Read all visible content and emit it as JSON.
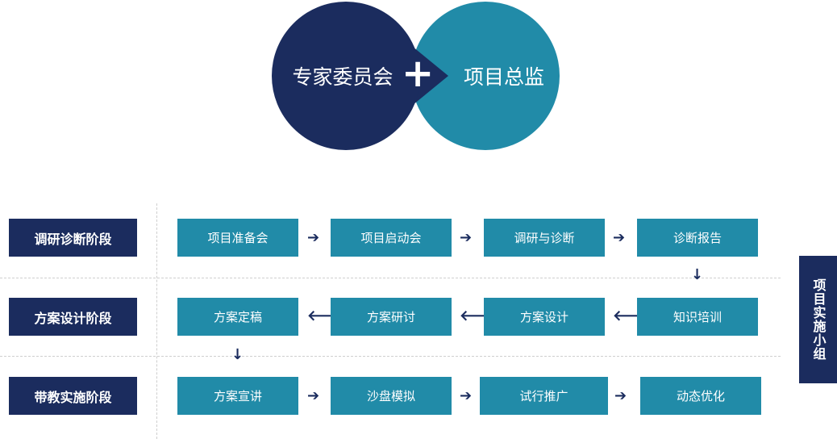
{
  "header": {
    "left_circle_label": "专家委员会",
    "right_circle_label": "项目总监",
    "plus_symbol": "+",
    "colors": {
      "navy": "#1b2c5e",
      "teal": "#218ba8"
    }
  },
  "phases": [
    {
      "label": "调研诊断阶段",
      "steps": [
        "项目准备会",
        "项目启动会",
        "调研与诊断",
        "诊断报告"
      ]
    },
    {
      "label": "方案设计阶段",
      "steps": [
        "方案定稿",
        "方案研讨",
        "方案设计",
        "知识培训"
      ]
    },
    {
      "label": "带教实施阶段",
      "steps": [
        "方案宣讲",
        "沙盘模拟",
        "试行推广",
        "动态优化"
      ]
    }
  ],
  "side_group_label": "项目实施小组",
  "arrows": {
    "right": "➔",
    "left": "🡐",
    "down": "↓"
  }
}
